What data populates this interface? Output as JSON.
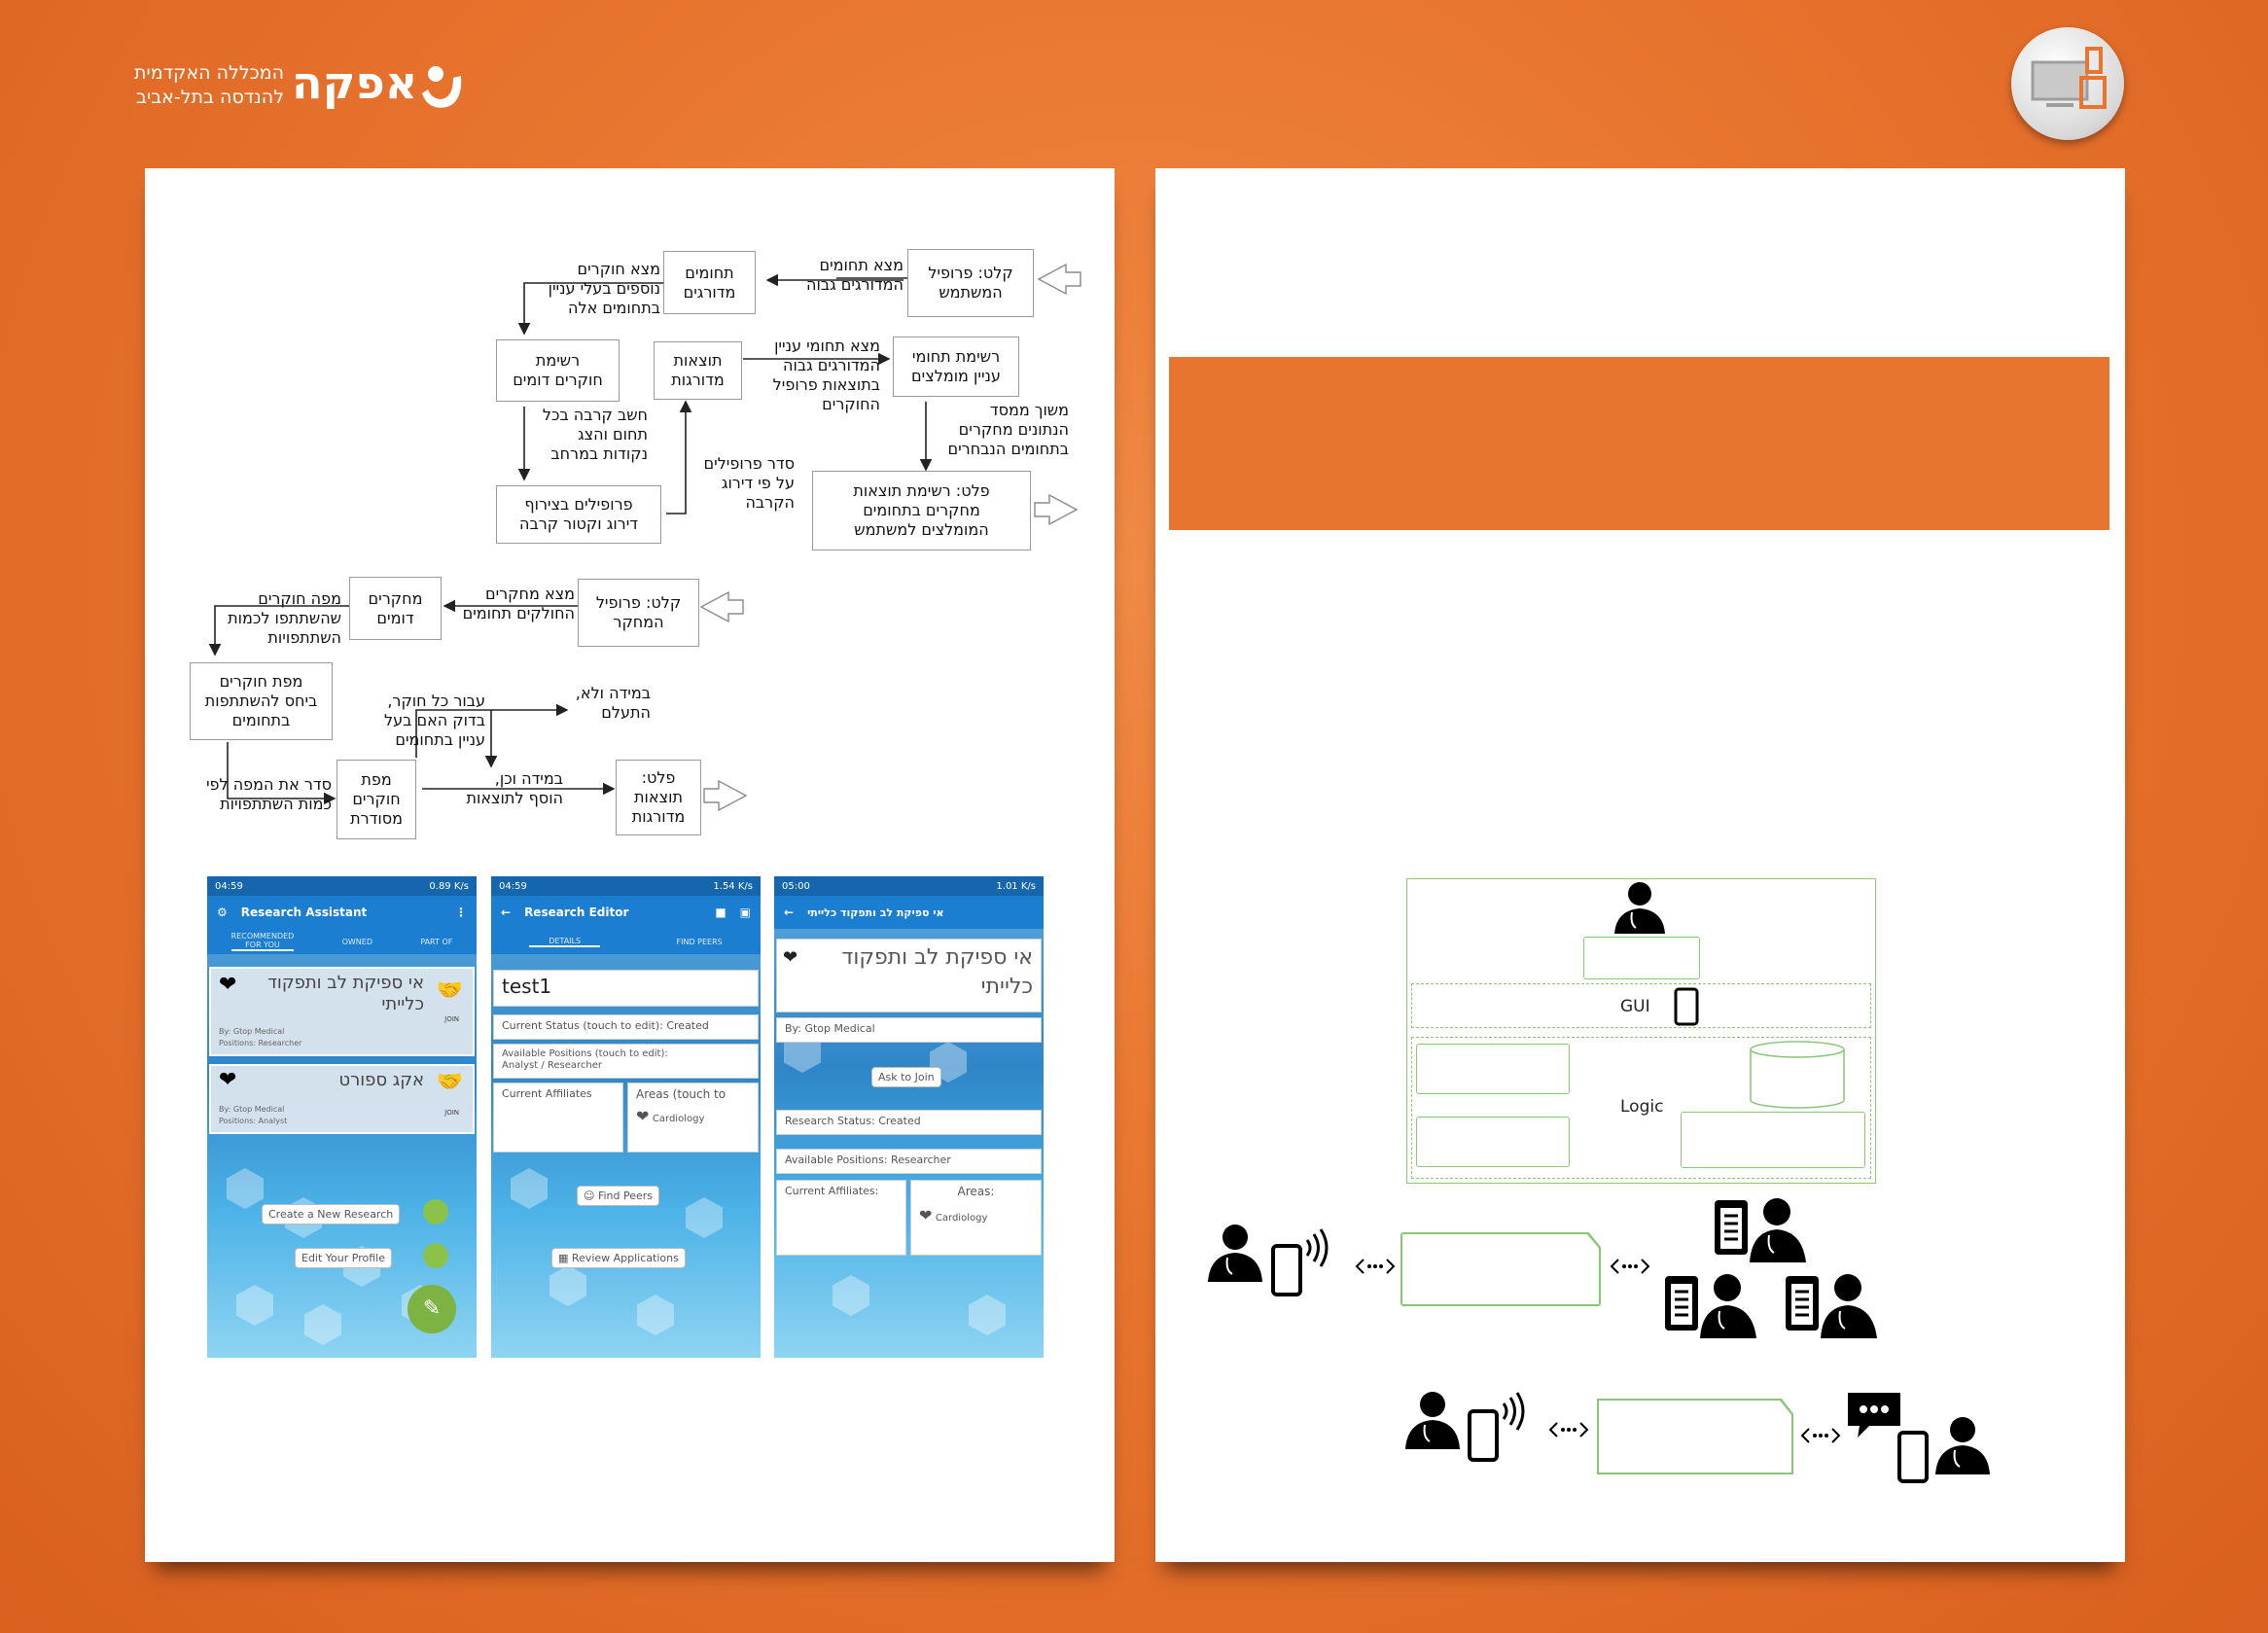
{
  "header": {
    "logo_word": "אפקה",
    "logo_line1": "המכללה האקדמית",
    "logo_line2": "להנדסה בתל-אביב"
  },
  "flow1": {
    "input_box": "קלט: פרופיל\nהמשתמש",
    "find_fields_label": "מצא תחומים\nהמדורגים גבוה",
    "ranked_fields_box": "תחומים\nמדורגים",
    "find_researchers_label": "מצא חוקרים\nנוספים בעלי עניין\nבתחומים אלה",
    "similar_list_box": "רשימת\nחוקרים דומים",
    "compute_label": "חשב קרבה בכל\nתחום והצג\nנקודות במרחב",
    "profiles_box": "פרופילים בצירוף\nדירוג וקטור קרבה",
    "sort_label": "סדר פרופילים\nעל פי דירוג\nהקרבה",
    "ranked_results_box": "תוצאות\nמדורגות",
    "find_interest_label": "מצא תחומי עניין\nהמדורגים גבוה\nבתוצאות פרופיל\nהחוקרים",
    "recommended_list_box": "רשימת תחומי\nעניין מומלצים",
    "weight_label": "משוך ממסד\nהנתונים מחקרים\nבתחומים הנבחרים",
    "output_box": "פלט: רשימת תוצאות\nמחקרים בתחומים\nהמומלצים למשתמש"
  },
  "flow2": {
    "input_box": "קלט: פרופיל\nהמחקר",
    "find_researches_label": "מצא מחקרים\nהחולקים תחומים",
    "similar_box": "מחקרים\nדומים",
    "map_label": "מפה חוקרים\nשהשתתפו לכמות\nהשתתפויות",
    "map_box": "מפת חוקרים\nביחס להשתתפות\nבתחומים",
    "sort_map_label": "סדר את המפה לפי\nכמות השתתפויות",
    "sorted_map_box": "מפת\nחוקרים\nמסודרת",
    "each_label": "עבור כל חוקר,\nבדוק האם בעל\nעניין בתחומים",
    "no_label": "במידה ולא,\nהתעלם",
    "yes_label": "במידה וכן,\nהוסף לתוצאות",
    "output_box": "פלט:\nתוצאות\nמדורגות"
  },
  "phone1": {
    "time": "04:59",
    "speed": "0.89 K/s",
    "title": "Research Assistant",
    "tabs": [
      "RECOMMENDED\nFOR YOU",
      "OWNED",
      "PART OF"
    ],
    "card1_title": "אי ספיקת לב ותפקוד\nכלייתי",
    "card1_by": "By: Gtop Medical",
    "card1_positions": "Positions: Researcher",
    "card2_title": "אקג ספורט",
    "card2_by": "By: Gtop Medical",
    "card2_positions": "Positions: Analyst",
    "join": "JOIN",
    "create": "Create a New Research",
    "edit": "Edit Your Profile"
  },
  "phone2": {
    "time": "04:59",
    "speed": "1.54 K/s",
    "title": "Research Editor",
    "tabs": [
      "DETAILS",
      "FIND PEERS"
    ],
    "name_value": "test1",
    "status": "Current Status (touch to edit): Created",
    "positions": "Available Positions (touch to edit):\nAnalyst / Researcher",
    "affiliates": "Current Affiliates",
    "areas": "Areas (touch to",
    "cardiology": "Cardiology",
    "find_peers": "Find Peers",
    "review": "Review Applications"
  },
  "phone3": {
    "time": "05:00",
    "speed": "1.01 K/s",
    "title": "אי ספיקת לב ותפקוד כלייתי",
    "big_title": "אי ספיקת לב ותפקוד\nכלייתי",
    "by": "By: Gtop Medical",
    "ask": "Ask to Join",
    "status": "Research Status: Created",
    "positions": "Available Positions: Researcher",
    "affiliates": "Current Affiliates:",
    "areas": "Areas:",
    "cardiology": "Cardiology"
  },
  "architecture": {
    "gui_label": "GUI",
    "logic_label": "Logic"
  },
  "colors": {
    "orange": "#e8752f",
    "banner": "#e8752f",
    "app_blue": "#1b7ed0",
    "diagram_green": "#8cc47a"
  },
  "icons": [
    "logo-mark-icon",
    "monitor-phone-icon",
    "person-icon",
    "phone-icon",
    "signal-icon",
    "bidirectional-arrow-icon",
    "clipboard-icon",
    "chat-bubble-icon",
    "database-icon",
    "heart-icon",
    "handshake-icon"
  ]
}
